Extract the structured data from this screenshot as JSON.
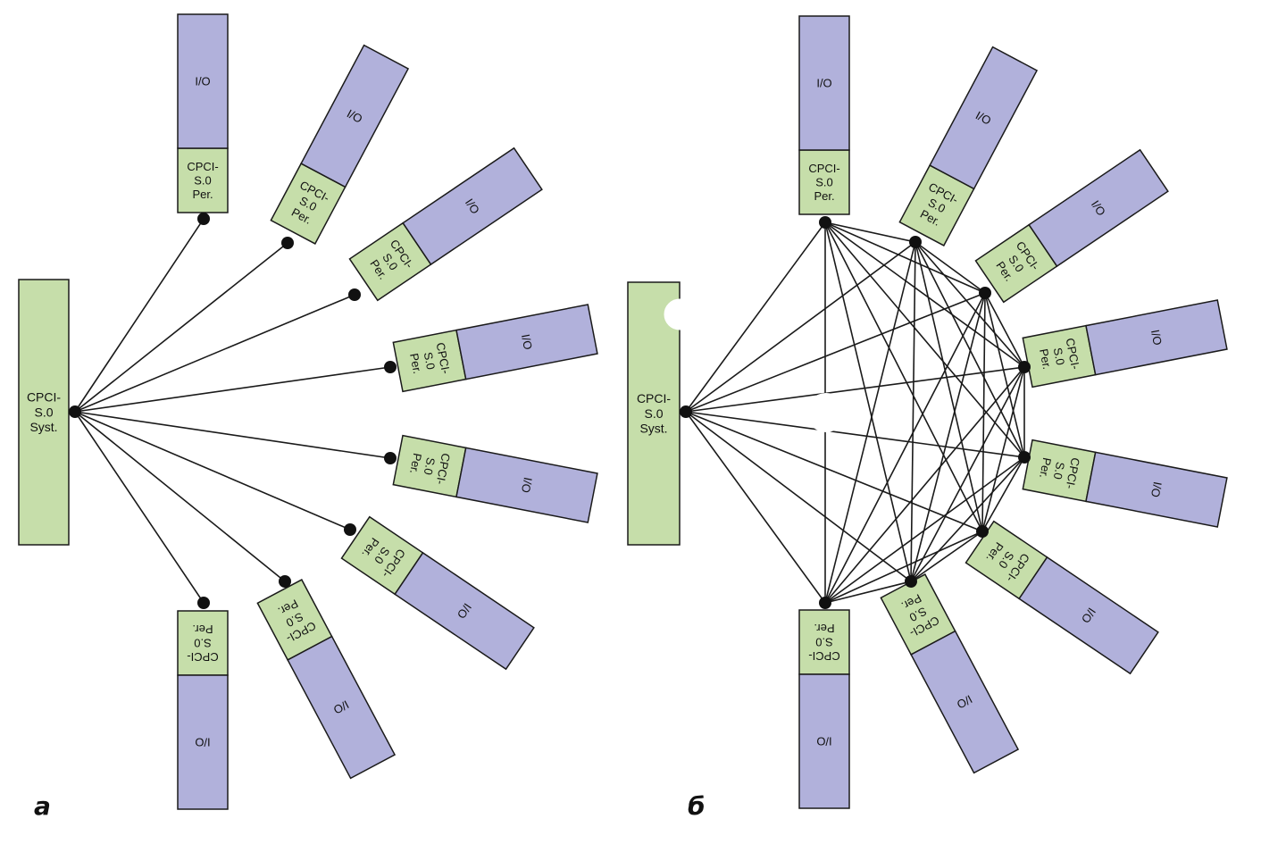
{
  "colors": {
    "card_green": "#c6deaa",
    "io_purple": "#b1b1db",
    "stroke": "#1a1a1a",
    "background": "#ffffff"
  },
  "labels": {
    "system_board": [
      "CPCI-",
      "S.0",
      "Syst."
    ],
    "peripheral_board": [
      "CPCI-",
      "S.0",
      "Per."
    ],
    "io_module": "I/O"
  },
  "panels": [
    {
      "id": "a",
      "caption": "a",
      "topology": "star",
      "peripheral_count": 8
    },
    {
      "id": "b",
      "caption": "б",
      "topology": "full-mesh",
      "peripheral_count": 8
    }
  ]
}
